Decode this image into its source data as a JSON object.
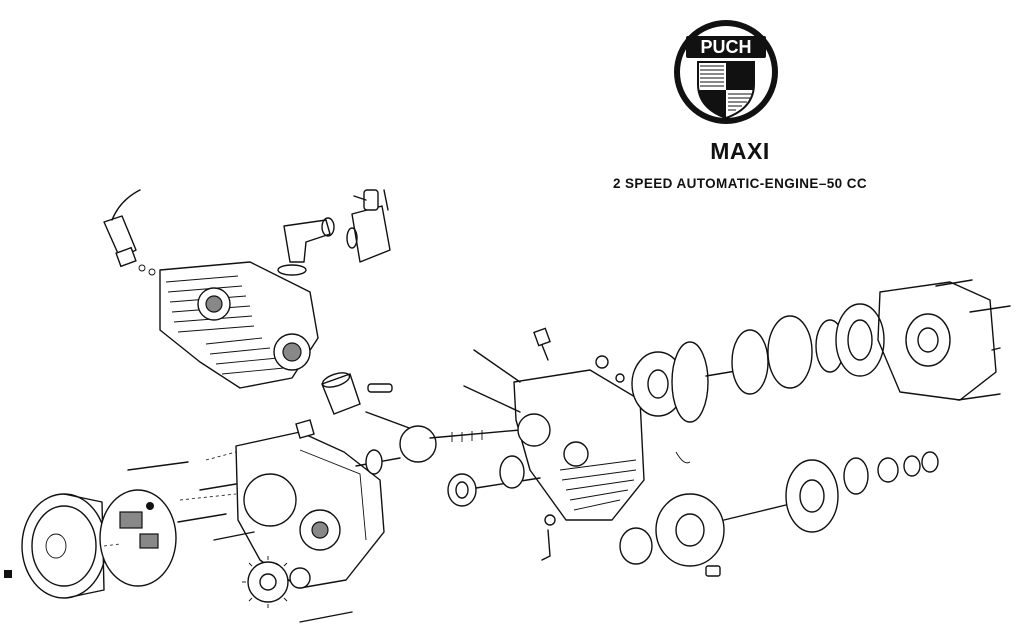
{
  "logo": {
    "text": "PUCH",
    "icon": "puch-checkered-shield-logo"
  },
  "header": {
    "model": "MAXI",
    "description": "2 SPEED AUTOMATIC-ENGINE–50 CC"
  },
  "diagram": {
    "type": "exploded-view-engine-drawing",
    "colors": {
      "ink": "#111111",
      "paper": "#ffffff"
    }
  }
}
